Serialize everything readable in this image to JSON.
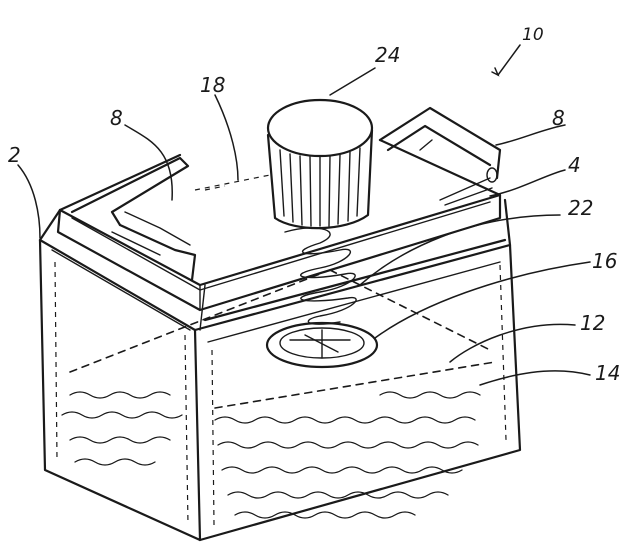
{
  "figure": {
    "ref_labels": {
      "assembly": "10",
      "housing": "2",
      "rim": "4",
      "handle_left": "8",
      "handle_right": "8",
      "liquid_surface": "12",
      "liquid": "14",
      "valve": "16",
      "lid": "18",
      "spring": "22",
      "knob": "24"
    }
  }
}
